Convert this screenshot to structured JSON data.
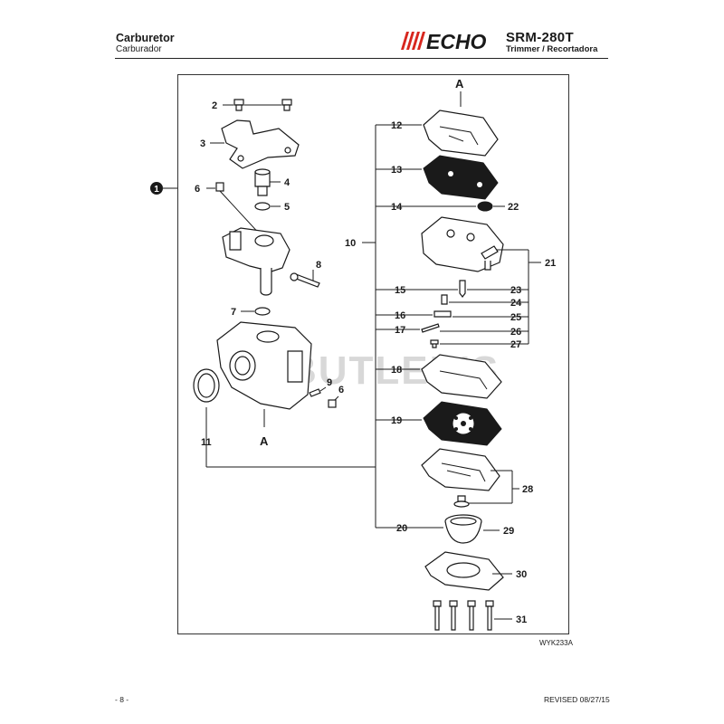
{
  "header": {
    "title": "Carburetor",
    "subtitle": "Carburador",
    "brand": "ECHO",
    "model": "SRM-280T",
    "model_desc": "Trimmer / Recortadora"
  },
  "diagram": {
    "group_marker": "1",
    "section_label": "A",
    "watermark": "BUTLER'S",
    "figure_ref": "WYK233A",
    "callouts": {
      "c2": "2",
      "c3": "3",
      "c4": "4",
      "c5": "5",
      "c6a": "6",
      "c6b": "6",
      "c7": "7",
      "c8": "8",
      "c9": "9",
      "c10": "10",
      "c11": "11",
      "c12": "12",
      "c13": "13",
      "c14": "14",
      "c15": "15",
      "c16": "16",
      "c17": "17",
      "c18": "18",
      "c19": "19",
      "c20": "20",
      "c21": "21",
      "c22": "22",
      "c23": "23",
      "c24": "24",
      "c25": "25",
      "c26": "26",
      "c27": "27",
      "c28": "28",
      "c29": "29",
      "c30": "30",
      "c31": "31"
    }
  },
  "footer": {
    "page": "- 8 -",
    "revised": "REVISED 08/27/15"
  },
  "colors": {
    "ink": "#1a1a1a",
    "logo_red": "#d7261e",
    "watermark": "#d8d8d8"
  }
}
